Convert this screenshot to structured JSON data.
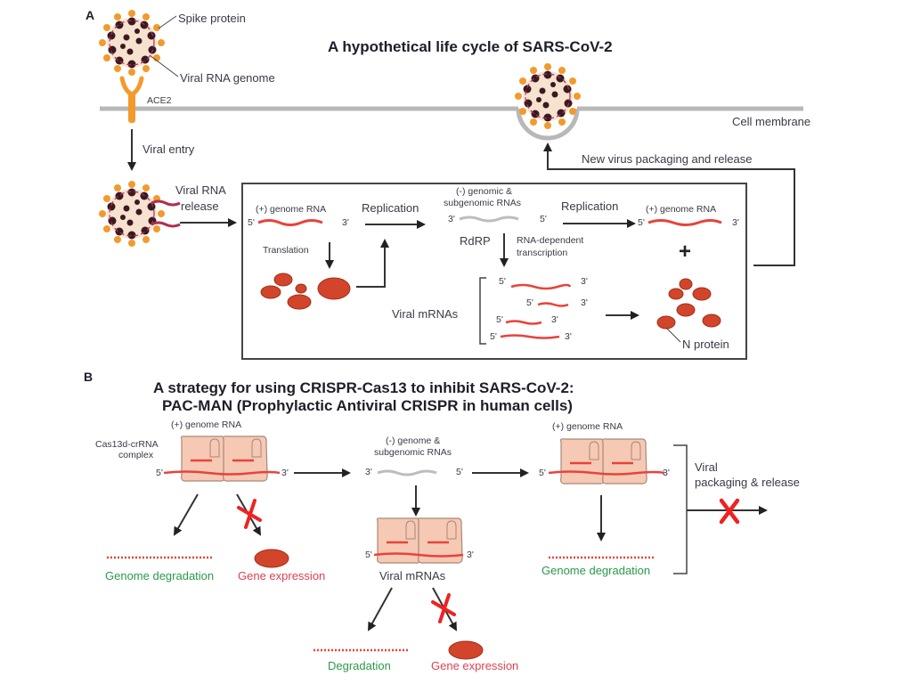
{
  "colors": {
    "rna_red": "#e8433a",
    "minus_rna_gray": "#bdbdbd",
    "protein_fill": "#d2452a",
    "cas13_fill": "#f6c9b4",
    "spike_orange": "#f39a2c",
    "membrane_gray": "#b8b8b8",
    "ace2_orange": "#f39a2c",
    "green_text": "#2a9a4a",
    "red_text": "#e04050",
    "block_x": "#ee2222"
  },
  "panel_a": {
    "panel_label": "A",
    "title": "A hypothetical life cycle of SARS-CoV-2",
    "spike_protein": "Spike protein",
    "viral_rna_genome": "Viral RNA genome",
    "ace2": "ACE2",
    "cell_membrane": "Cell membrane",
    "viral_entry": "Viral entry",
    "viral_rna_release_1": "Viral RNA",
    "viral_rna_release_2": "release",
    "plus_genome_rna": "(+) genome RNA",
    "five_prime": "5'",
    "three_prime": "3'",
    "translation": "Translation",
    "replication_1": "Replication",
    "minus_genomic_1": "(-) genomic &",
    "minus_genomic_2": "subgenomic RNAs",
    "replication_2": "Replication",
    "plus_genome_rna_2": "(+) genome RNA",
    "rdrp": "RdRP",
    "rna_dep_1": "RNA-dependent",
    "rna_dep_2": "transcription",
    "plus_sign": "+",
    "viral_mrnas": "Viral mRNAs",
    "n_protein": "N protein",
    "new_virus": "New virus packaging and release"
  },
  "panel_b": {
    "panel_label": "B",
    "title_1": "A strategy for using CRISPR-Cas13 to inhibit SARS-CoV-2:",
    "title_2": "PAC-MAN (Prophylactic Antiviral CRISPR in human cells)",
    "plus_genome_rna": "(+) genome RNA",
    "cas13_complex_1": "Cas13d-crRNA",
    "cas13_complex_2": "complex",
    "five_prime": "5'",
    "three_prime": "3'",
    "minus_genome_1": "(-) genome &",
    "minus_genome_2": "subgenomic RNAs",
    "plus_genome_rna_2": "(+) genome RNA",
    "genome_degradation": "Genome degradation",
    "gene_expression": "Gene expression",
    "viral_mrnas": "Viral mRNAs",
    "degradation": "Degradation",
    "gene_expression_2": "Gene expression",
    "genome_degradation_2": "Genome degradation",
    "viral_packaging_1": "Viral",
    "viral_packaging_2": "packaging & release"
  }
}
